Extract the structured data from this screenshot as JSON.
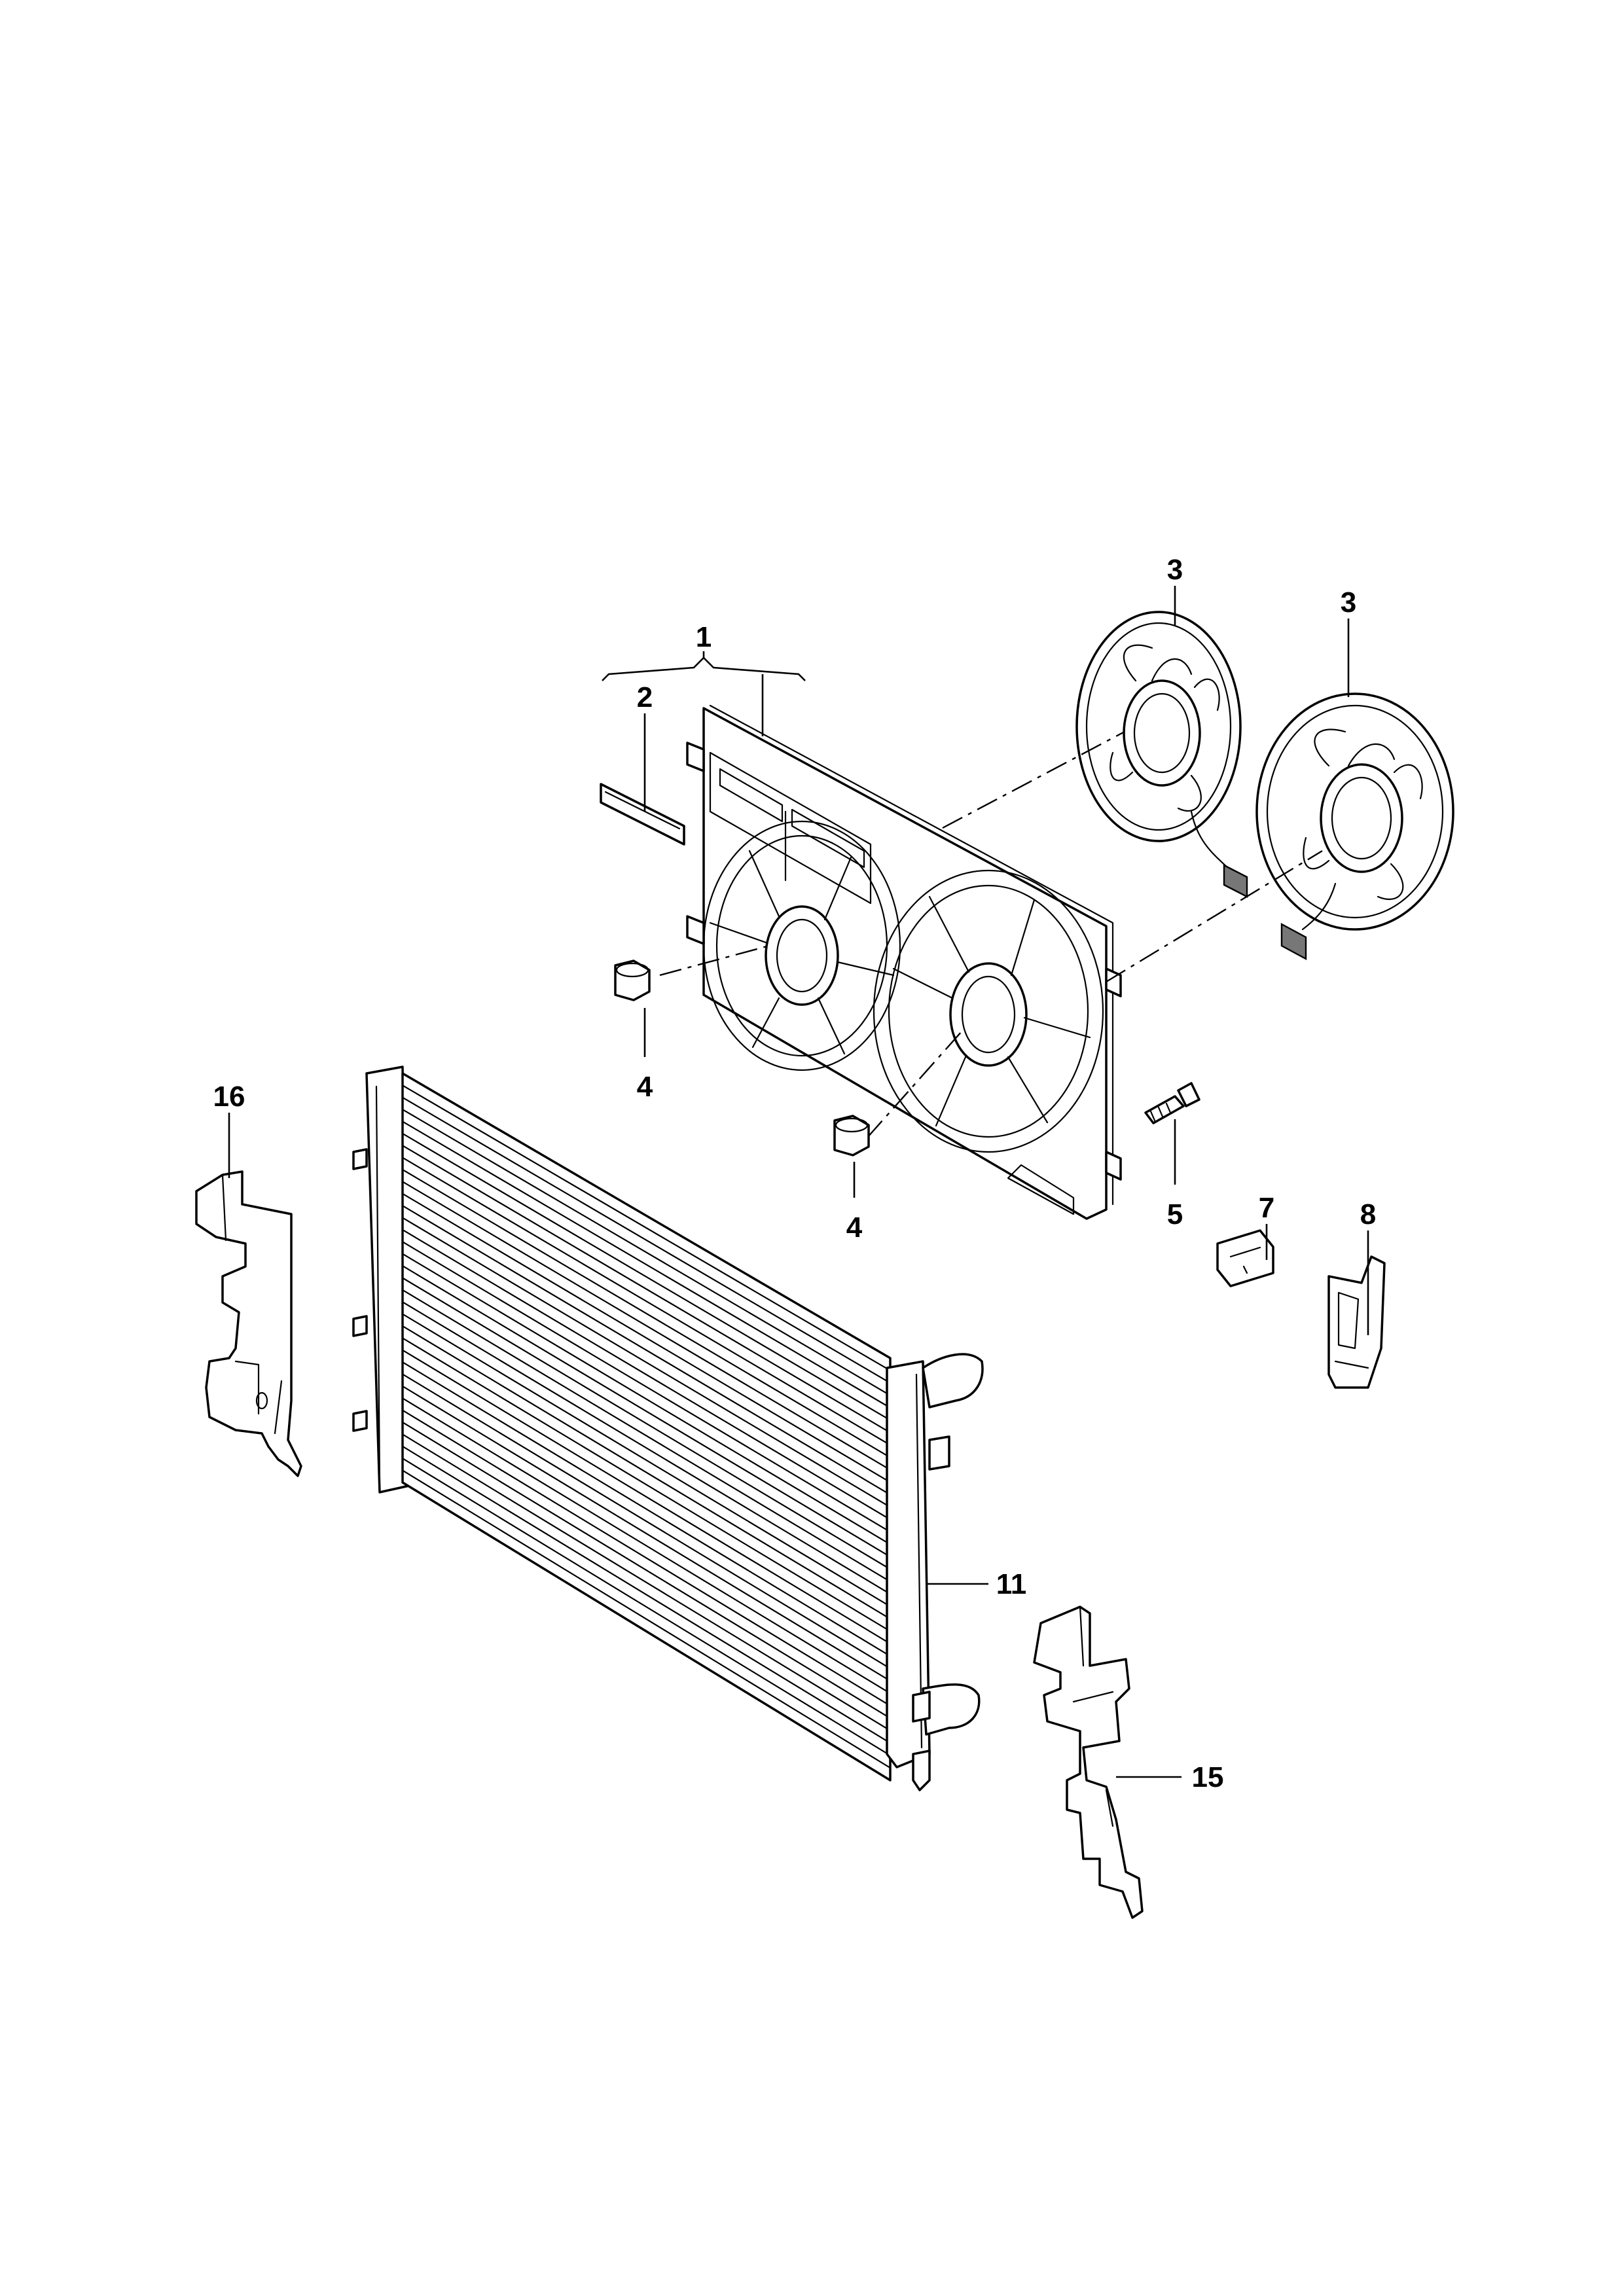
{
  "callouts": {
    "c1": "1",
    "c2": "2",
    "c3a": "3",
    "c3b": "3",
    "c4a": "4",
    "c4b": "4",
    "c5": "5",
    "c7": "7",
    "c8": "8",
    "c11": "11",
    "c15": "15",
    "c16": "16"
  }
}
